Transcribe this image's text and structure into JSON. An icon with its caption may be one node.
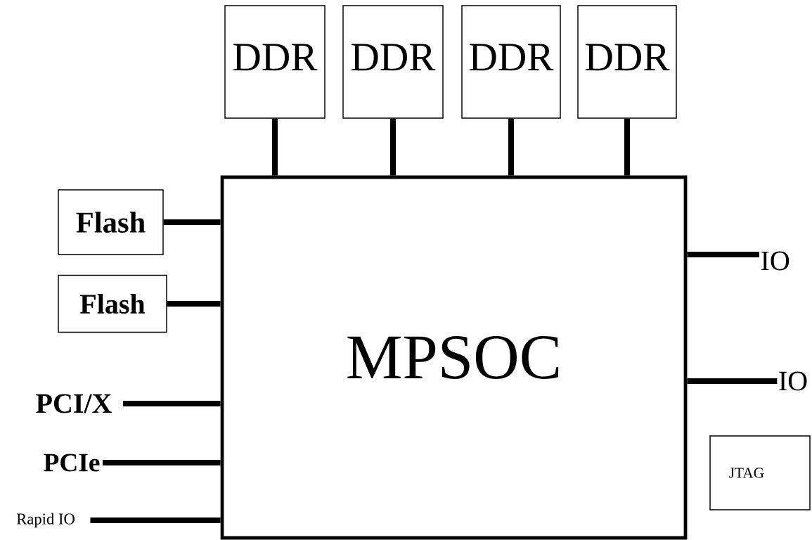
{
  "diagram": {
    "nodes": [
      {
        "text": [
          "MPSOC"
        ]
      },
      {
        "text": [
          "DDR"
        ]
      },
      {
        "text": [
          "DDR"
        ]
      },
      {
        "text": [
          "DDR"
        ]
      },
      {
        "text": [
          "DDR"
        ]
      },
      {
        "text": [
          "Flash"
        ]
      },
      {
        "text": [
          "Flash"
        ]
      },
      {
        "text": [
          "PCI/X"
        ]
      },
      {
        "text": [
          "PCIe"
        ]
      },
      {
        "text": [
          "Rapid IO"
        ]
      },
      {
        "text": [
          "IO"
        ]
      },
      {
        "text": [
          "IO"
        ]
      },
      {
        "text": [
          "JTAG"
        ]
      }
    ],
    "edges": [
      {
        "from": 1,
        "to": 0,
        "arrow": "none"
      },
      {
        "from": 2,
        "to": 0,
        "arrow": "none"
      },
      {
        "from": 3,
        "to": 0,
        "arrow": "none"
      },
      {
        "from": 4,
        "to": 0,
        "arrow": "none"
      },
      {
        "from": 5,
        "to": 0,
        "arrow": "none"
      },
      {
        "from": 6,
        "to": 0,
        "arrow": "none"
      },
      {
        "from": 7,
        "to": 0,
        "arrow": "none"
      },
      {
        "from": 8,
        "to": 0,
        "arrow": "none"
      },
      {
        "from": 9,
        "to": 0,
        "arrow": "none"
      },
      {
        "from": 10,
        "to": 0,
        "arrow": "none"
      },
      {
        "from": 11,
        "to": 0,
        "arrow": "none"
      }
    ]
  }
}
